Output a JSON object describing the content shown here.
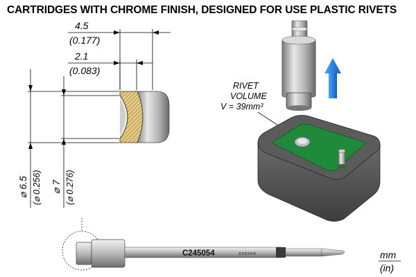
{
  "header": {
    "title": "CARTRIDGES WITH CHROME FINISH, DESIGNED FOR USE PLASTIC RIVETS"
  },
  "dims": {
    "length_mm": "4.5",
    "length_in": "(0.177)",
    "depth_mm": "2.1",
    "depth_in": "(0.083)",
    "inner_dia_mm": "⌀ 6.5",
    "inner_dia_in": "(⌀ 0.256)",
    "outer_dia_mm": "⌀ 7",
    "outer_dia_in": "(⌀ 0.276)"
  },
  "rivet": {
    "label_line1": "RIVET",
    "label_line2": "VOLUME",
    "label_line3": "V = 39mm³"
  },
  "cartridge": {
    "code": "C245054",
    "serial": "xxxxxx"
  },
  "units": {
    "mm": "mm",
    "in": "(in)"
  },
  "colors": {
    "green_board": "#1f8a3a",
    "arrow_blue": "#1f78d1",
    "hatch": "#e0c47a",
    "chrome": "#c8c8c8"
  }
}
